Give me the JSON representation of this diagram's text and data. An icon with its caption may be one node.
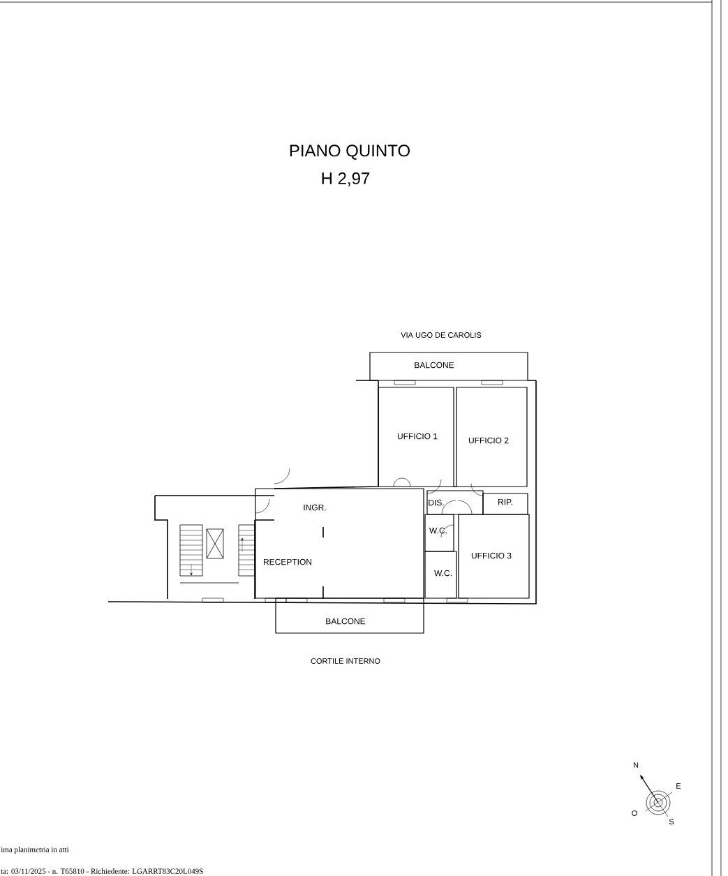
{
  "diagram": {
    "title": "PIANO QUINTO",
    "nodes": [
      {
        "text": [
          "BALCONE"
        ]
      },
      {
        "text": [
          "UFFICIO 1"
        ]
      },
      {
        "text": [
          "UFFICIO 2"
        ]
      },
      {
        "text": [
          "INGR.",
          "RECEPTION"
        ]
      },
      {
        "text": [
          "DIS."
        ]
      },
      {
        "text": [
          "RIP."
        ]
      },
      {
        "text": [
          "W.C."
        ]
      },
      {
        "text": [
          "W.C."
        ]
      },
      {
        "text": [
          "UFFICIO 3"
        ]
      },
      {
        "text": [
          "BALCONE"
        ]
      }
    ],
    "labels": [
      "H 2,97",
      "VIA UGO DE CAROLIS",
      "CORTILE INTERNO",
      "N",
      "E",
      "O",
      "S",
      "ima planimetria in atti",
      "ta: 03/11/2025 - n. T65810 - Richiedente: LGARRT83C20L049S"
    ]
  }
}
